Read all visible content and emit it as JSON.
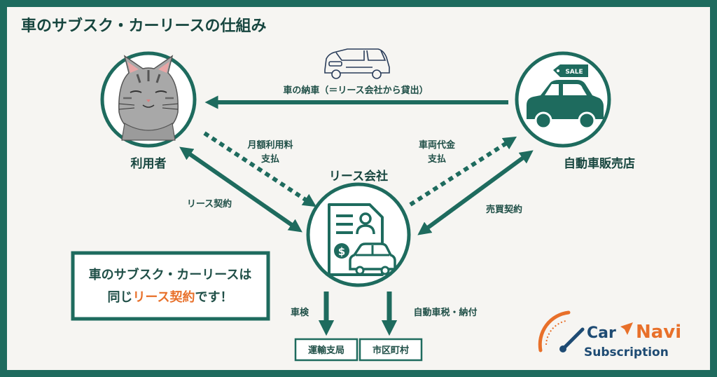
{
  "title": "車のサブスク・カーリースの仕組み",
  "nodes": {
    "user": "利用者",
    "lease_company": "リース会社",
    "dealer": "自動車販売店"
  },
  "flows": {
    "delivery": "車の納車（＝リース会社から貸出）",
    "monthly_fee_line1": "月額利用料",
    "monthly_fee_line2": "支払",
    "vehicle_cost_line1": "車両代金",
    "vehicle_cost_line2": "支払",
    "lease_contract": "リース契約",
    "sales_contract": "売買契約",
    "inspection": "車検",
    "car_tax": "自動車税・納付"
  },
  "destinations": {
    "transport_office": "運輸支局",
    "municipality": "市区町村"
  },
  "callout": {
    "line1": "車のサブスク・カーリースは",
    "line2_pre": "同じ",
    "line2_accent": "リース契約",
    "line2_post": "です！"
  },
  "sale_tag": "SALE",
  "logo": {
    "car": "Car",
    "navi": "Navi",
    "subscription": "Subscription"
  },
  "colors": {
    "frame": "#1e6b5e",
    "accent": "#e8702a",
    "panel": "#f6f5f2"
  }
}
